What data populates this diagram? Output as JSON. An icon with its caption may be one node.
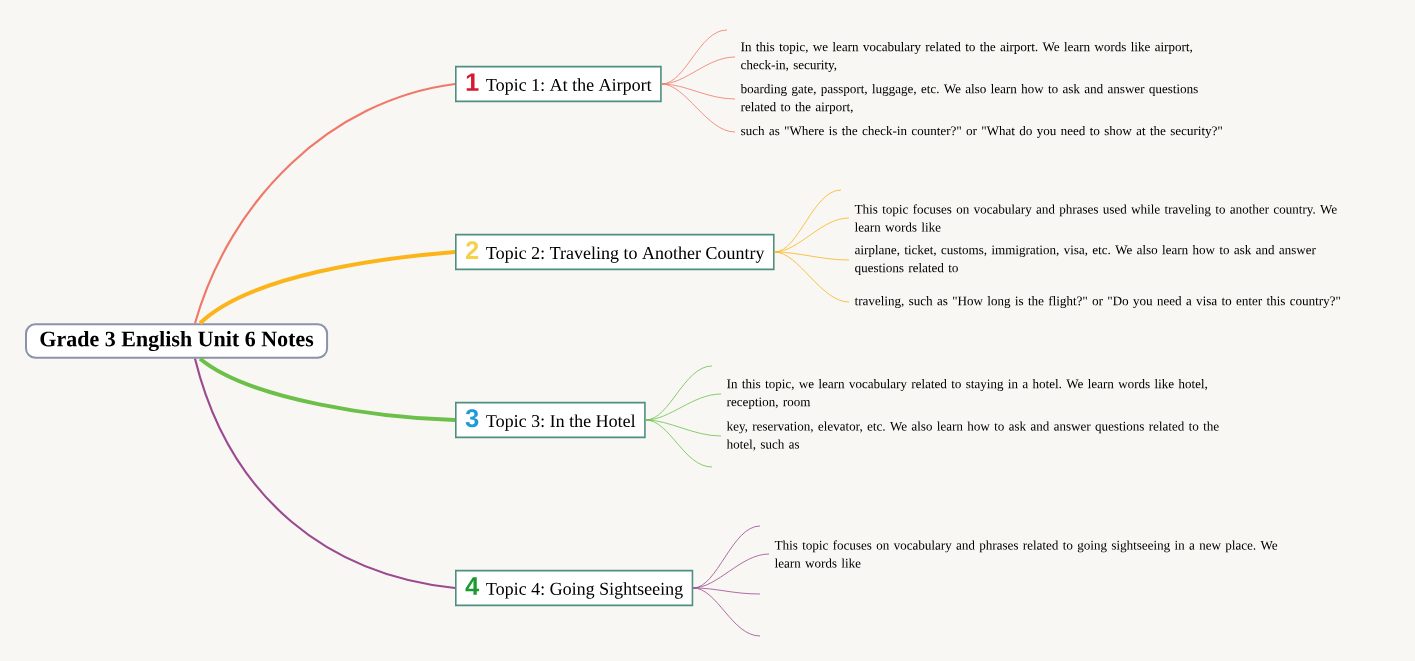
{
  "diagram": {
    "nodes": [
      {
        "text": [
          "Grade 3 English Unit 6 Notes"
        ]
      },
      {
        "text": [
          "1",
          "Topic 1: At the Airport"
        ]
      },
      {
        "text": [
          "In this topic, we learn vocabulary related to the airport. We learn words like airport, check-in, security,"
        ]
      },
      {
        "text": [
          "boarding gate, passport, luggage, etc. We also learn how to ask and answer questions related to the airport,"
        ]
      },
      {
        "text": [
          "such as \"Where is the check-in counter?\" or \"What do you need to show at the security?\""
        ]
      },
      {
        "text": [
          "2",
          "Topic 2: Traveling to Another Country"
        ]
      },
      {
        "text": [
          "This topic focuses on vocabulary and phrases used while traveling to another country. We learn words like"
        ]
      },
      {
        "text": [
          "airplane, ticket, customs, immigration, visa, etc. We also learn how to ask and answer questions related to"
        ]
      },
      {
        "text": [
          "traveling, such as \"How long is the flight?\" or \"Do you need a visa to enter this country?\""
        ]
      },
      {
        "text": [
          "3",
          "Topic 3: In the Hotel"
        ]
      },
      {
        "text": [
          "In this topic, we learn vocabulary related to staying in a hotel. We learn words like hotel, reception, room"
        ]
      },
      {
        "text": [
          "key, reservation, elevator, etc. We also learn how to ask and answer questions related to the hotel, such as"
        ]
      },
      {
        "text": [
          "4",
          "Topic 4: Going Sightseeing"
        ]
      },
      {
        "text": [
          "This topic focuses on vocabulary and phrases related to going sightseeing in a new place. We learn words like"
        ]
      }
    ],
    "edges": [
      {
        "from": 0,
        "to": 1,
        "arrow": "none",
        "color": "#f07868"
      },
      {
        "from": 0,
        "to": 5,
        "arrow": "none",
        "style": "thick",
        "color": "#fbb41a"
      },
      {
        "from": 0,
        "to": 9,
        "arrow": "none",
        "style": "thick",
        "color": "#6cc04a"
      },
      {
        "from": 0,
        "to": 12,
        "arrow": "none",
        "color": "#9b4a8f"
      },
      {
        "from": 1,
        "to": 2,
        "arrow": "none",
        "color": "#f07868"
      },
      {
        "from": 1,
        "to": 2,
        "arrow": "none",
        "color": "#f07868"
      },
      {
        "from": 1,
        "to": 3,
        "arrow": "none",
        "color": "#f07868"
      },
      {
        "from": 1,
        "to": 4,
        "arrow": "none",
        "color": "#f07868"
      },
      {
        "from": 5,
        "to": 6,
        "arrow": "none",
        "color": "#fbb41a"
      },
      {
        "from": 5,
        "to": 6,
        "arrow": "none",
        "color": "#fbb41a"
      },
      {
        "from": 5,
        "to": 7,
        "arrow": "none",
        "color": "#fbb41a"
      },
      {
        "from": 5,
        "to": 8,
        "arrow": "none",
        "color": "#fbb41a"
      },
      {
        "from": 9,
        "to": 10,
        "arrow": "none",
        "color": "#6cc04a"
      },
      {
        "from": 9,
        "to": 10,
        "arrow": "none",
        "color": "#6cc04a"
      },
      {
        "from": 9,
        "to": 11,
        "arrow": "none",
        "color": "#6cc04a"
      },
      {
        "from": 9,
        "to": 11,
        "arrow": "none",
        "color": "#6cc04a"
      },
      {
        "from": 12,
        "to": 13,
        "arrow": "none",
        "color": "#9b4a8f"
      },
      {
        "from": 12,
        "to": 13,
        "arrow": "none",
        "color": "#9b4a8f"
      },
      {
        "from": 12,
        "to": 13,
        "arrow": "none",
        "color": "#9b4a8f"
      },
      {
        "from": 12,
        "to": null,
        "arrow": "none",
        "color": "#9b4a8f"
      }
    ]
  }
}
